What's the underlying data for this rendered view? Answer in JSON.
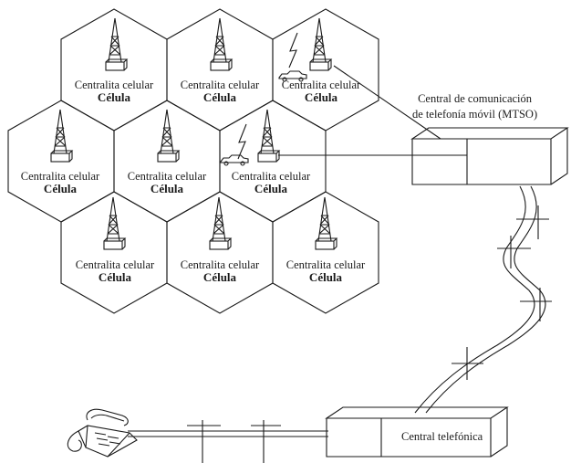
{
  "cells": {
    "r0c0": {
      "switch_label": "Centralita celular",
      "cell_label": "Célula"
    },
    "r0c1": {
      "switch_label": "Centralita celular",
      "cell_label": "Célula"
    },
    "r0c2": {
      "switch_label": "Centralita celular",
      "cell_label": "Célula"
    },
    "r1c0": {
      "switch_label": "Centralita celular",
      "cell_label": "Célula"
    },
    "r1c1": {
      "switch_label": "Centralita celular",
      "cell_label": "Célula"
    },
    "r1c2": {
      "switch_label": "Centralita celular",
      "cell_label": "Célula"
    },
    "r2c0": {
      "switch_label": "Centralita celular",
      "cell_label": "Célula"
    },
    "r2c1": {
      "switch_label": "Centralita celular",
      "cell_label": "Célula"
    },
    "r2c2": {
      "switch_label": "Centralita celular",
      "cell_label": "Célula"
    }
  },
  "mtso": {
    "line1": "Central de comunicación",
    "line2": "de telefonía móvil (MTSO)"
  },
  "exchange": {
    "label": "Central telefónica"
  },
  "icons": [
    "cell-tower-icon",
    "car-icon",
    "lightning-icon",
    "telephone-icon"
  ],
  "colors": {
    "ink": "#1a1a1a",
    "background": "#ffffff"
  }
}
